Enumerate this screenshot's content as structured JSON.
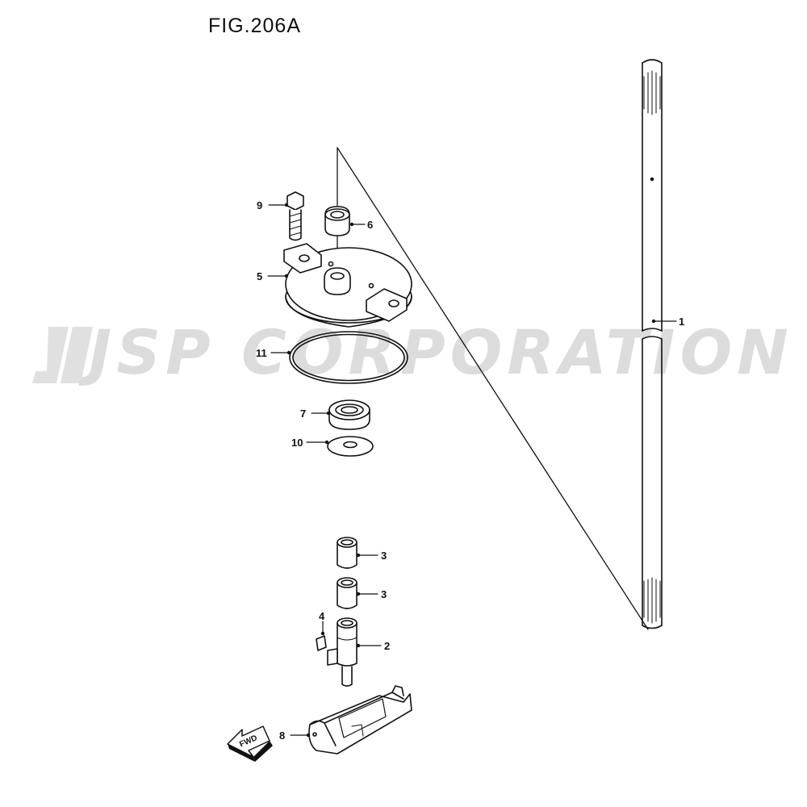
{
  "figure": {
    "title": "FIG.206A",
    "watermark": "JSP CORPORATION",
    "watermark_color": "#dcdcdc",
    "line_color": "#111111",
    "fill_color": "#ffffff",
    "shade_color": "#e6e6e6"
  },
  "callouts": [
    {
      "key": "1",
      "label": "1",
      "part": "shaft"
    },
    {
      "key": "2",
      "label": "2",
      "part": "shift-rod-joint"
    },
    {
      "key": "3a",
      "label": "3",
      "part": "bushing-upper"
    },
    {
      "key": "3b",
      "label": "3",
      "part": "bushing-lower"
    },
    {
      "key": "4",
      "label": "4",
      "part": "pin"
    },
    {
      "key": "5",
      "label": "5",
      "part": "housing-plate"
    },
    {
      "key": "6",
      "label": "6",
      "part": "seal"
    },
    {
      "key": "7",
      "label": "7",
      "part": "bearing"
    },
    {
      "key": "8",
      "label": "8",
      "part": "shift-cam"
    },
    {
      "key": "9",
      "label": "9",
      "part": "bolt"
    },
    {
      "key": "10",
      "label": "10",
      "part": "washer"
    },
    {
      "key": "11",
      "label": "11",
      "part": "o-ring"
    }
  ],
  "fwd_indicator": {
    "label": "FWD",
    "icon": "fwd-arrow-icon"
  }
}
